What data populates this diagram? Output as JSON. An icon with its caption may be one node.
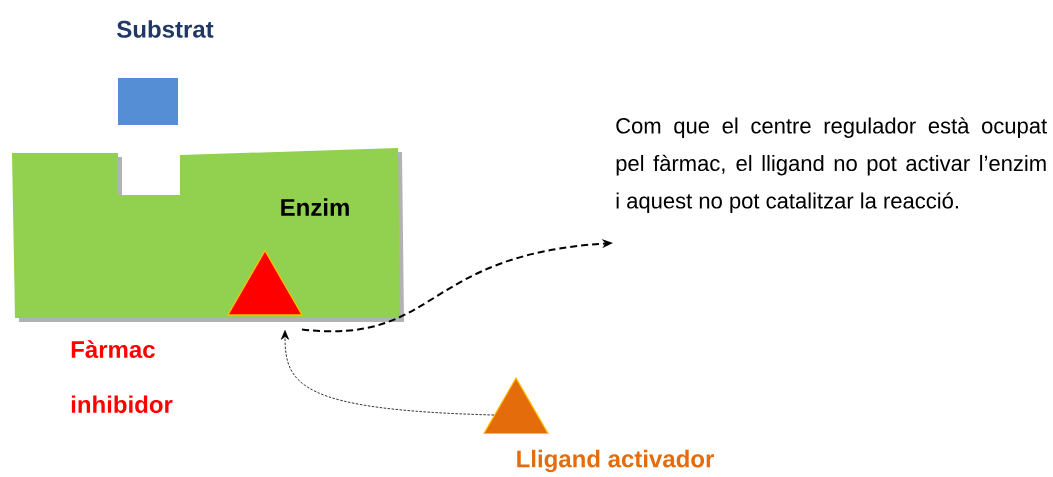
{
  "diagram": {
    "nodes": [
      {
        "text": [
          "Substrat"
        ]
      },
      {
        "text": [
          "Enzim"
        ]
      },
      {
        "text": [],
        "shape": "triangle",
        "in": 1
      },
      {
        "text": [],
        "shape": "triangle",
        "beside": [
          "Lligand activador"
        ]
      },
      {
        "text": [
          "Com que el centre regulador està ocupat pel fàrmac, el lligand no pot activar l’enzim i aquest no pot catalitzar la reacció."
        ]
      }
    ],
    "edges": [
      {
        "from": 2,
        "to": 4,
        "arrow": "to",
        "style": "dashed"
      },
      {
        "from": 3,
        "to": 2,
        "arrow": "to",
        "style": "dashed"
      }
    ],
    "labels": [
      "Fàrmac inhibidor"
    ]
  }
}
